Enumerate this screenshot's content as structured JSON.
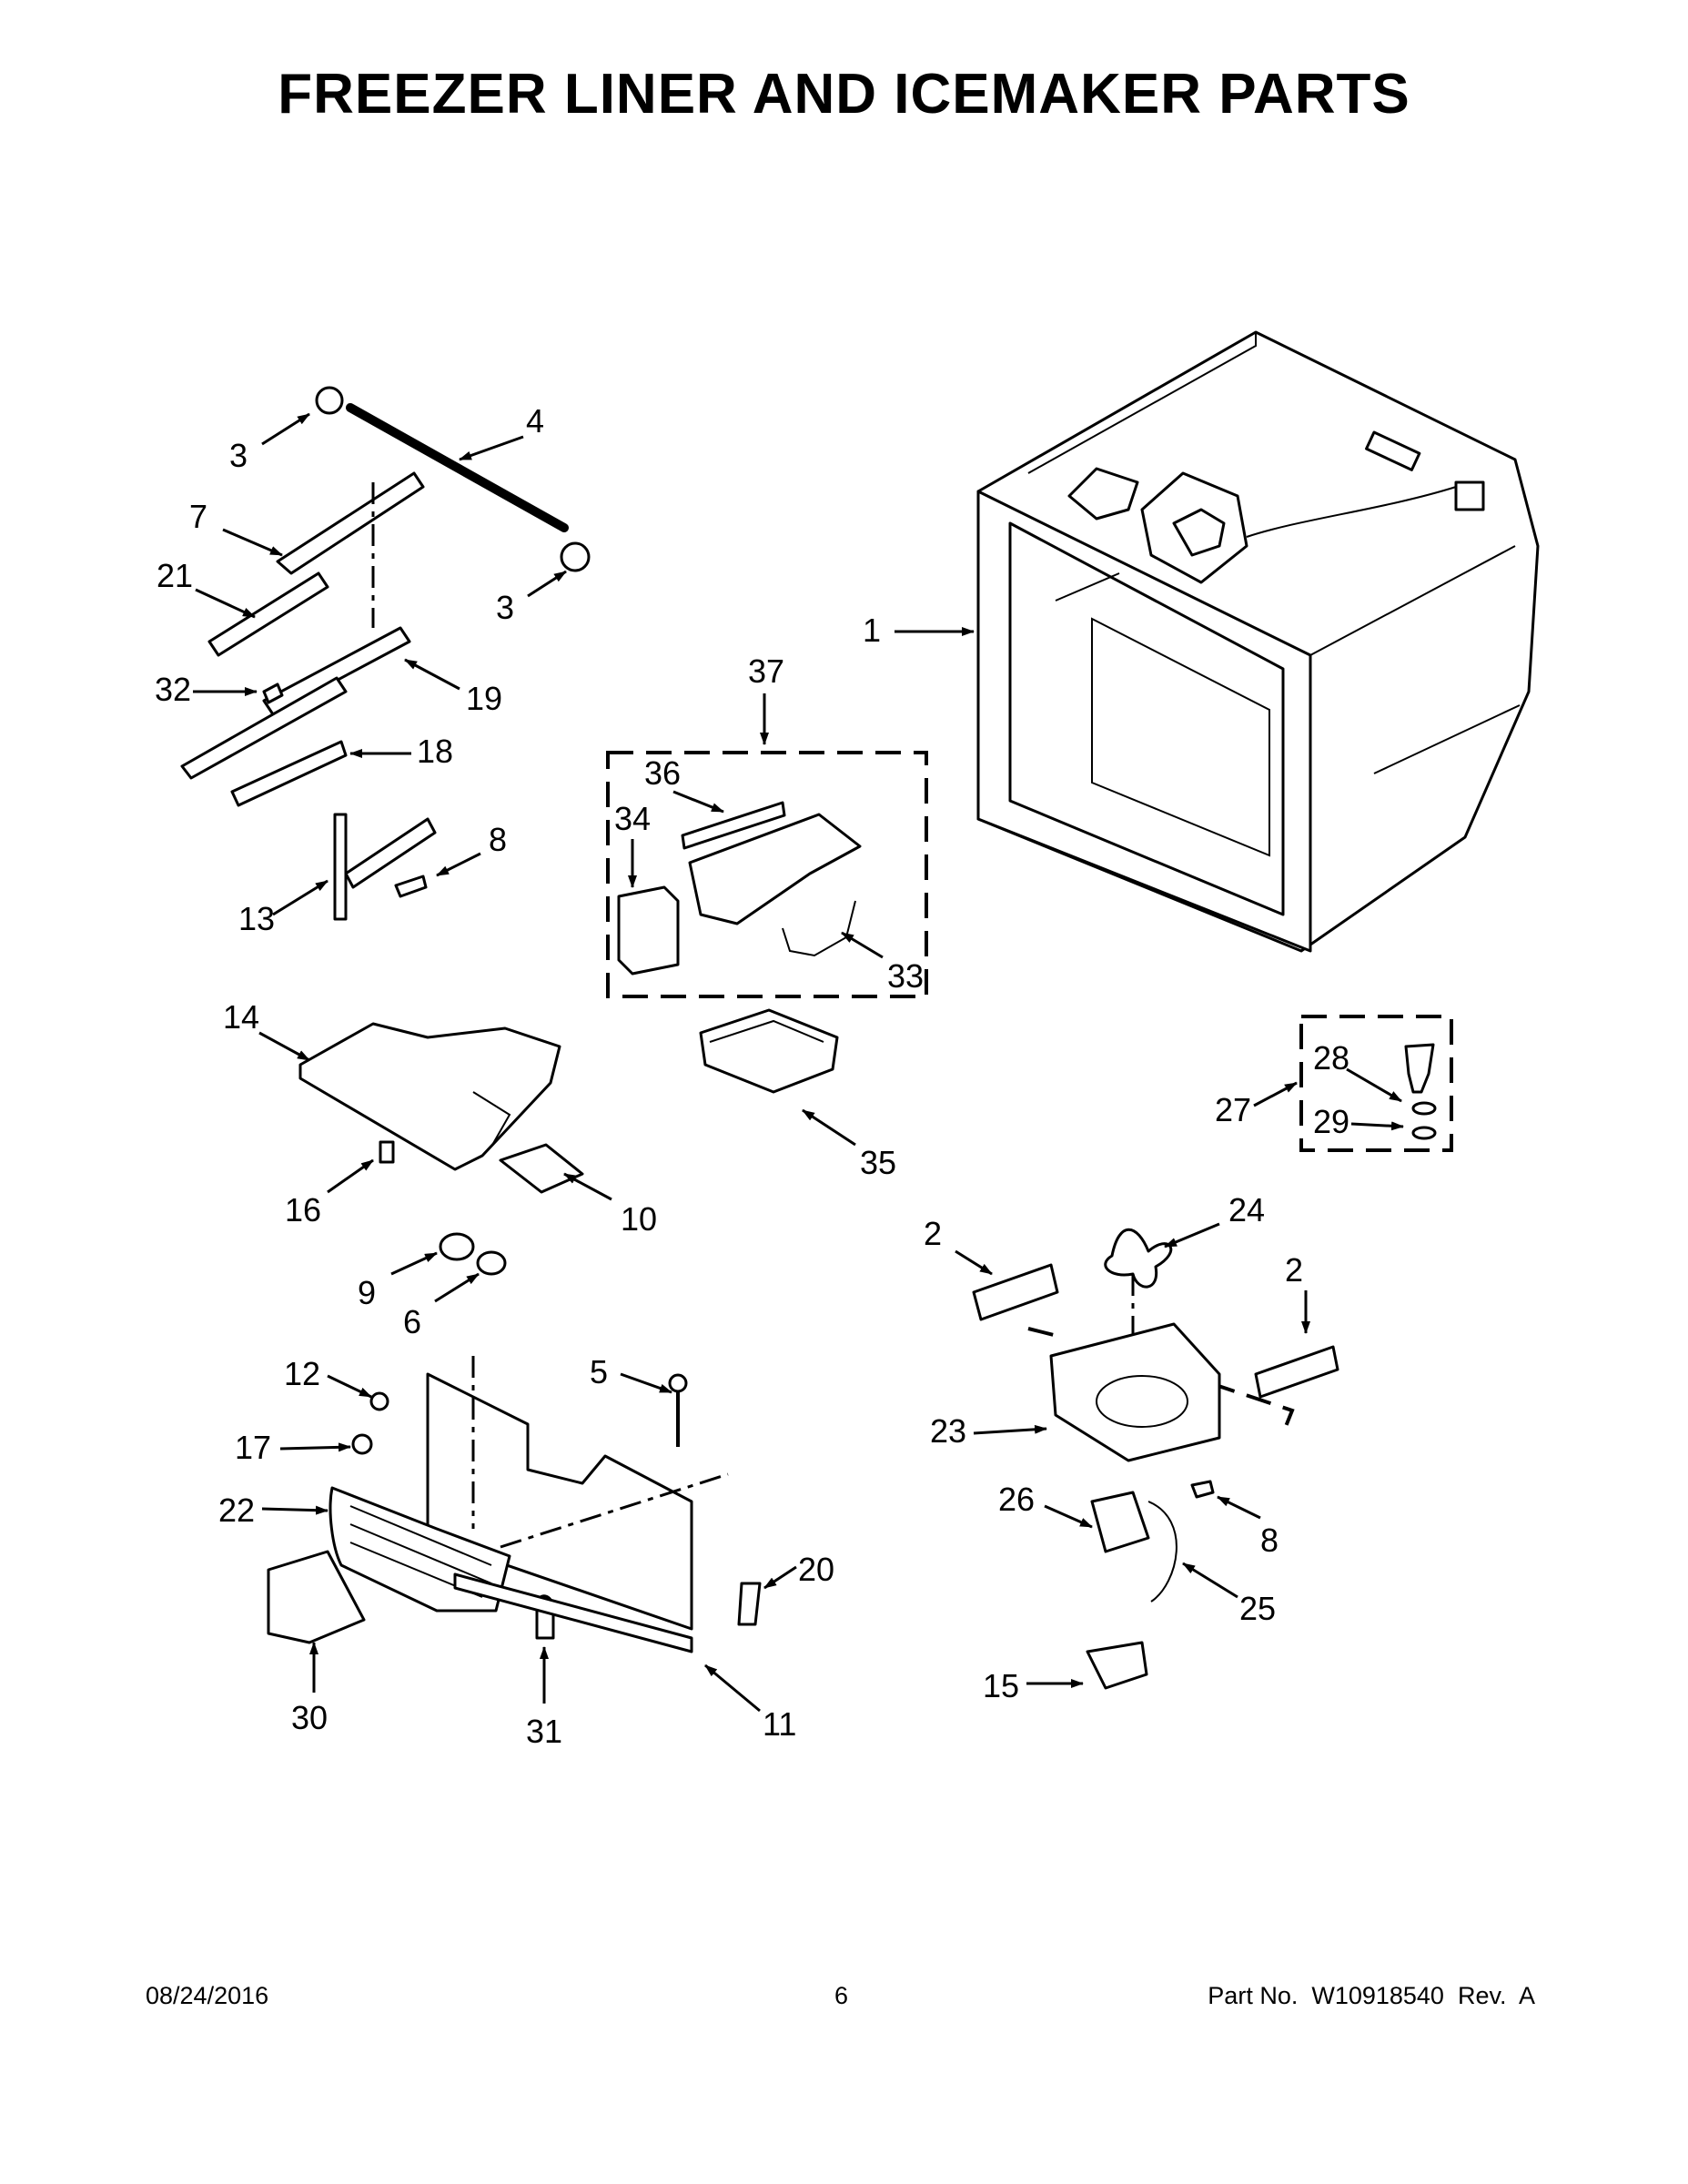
{
  "title": "FREEZER LINER AND ICEMAKER PARTS",
  "footer": {
    "date": "08/24/2016",
    "page": "6",
    "part_number": "Part No.  W10918540  Rev.  A"
  },
  "callouts": [
    "1",
    "2",
    "2",
    "3",
    "3",
    "4",
    "5",
    "6",
    "7",
    "8",
    "8",
    "9",
    "10",
    "11",
    "12",
    "13",
    "14",
    "15",
    "16",
    "17",
    "18",
    "19",
    "20",
    "21",
    "22",
    "23",
    "24",
    "25",
    "26",
    "27",
    "28",
    "29",
    "30",
    "31",
    "32",
    "33",
    "34",
    "35",
    "36",
    "37"
  ]
}
